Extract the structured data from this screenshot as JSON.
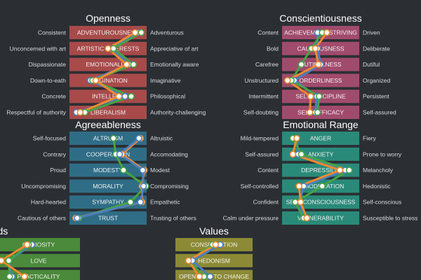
{
  "chart_data": [
    {
      "type": "line",
      "title": "Openness",
      "color": "#a84a4a",
      "traits": [
        {
          "left": "Consistent",
          "box": "ADVENTUROUSNESS",
          "right": "Adventurous"
        },
        {
          "left": "Unconcerned with art",
          "box": "ARTISTIC INTERESTS",
          "right": "Appreciative of art"
        },
        {
          "left": "Dispassionate",
          "box": "EMOTIONALITY",
          "right": "Emotionally aware"
        },
        {
          "left": "Down-to-eath",
          "box": "IMAGINATION",
          "right": "Imaginative"
        },
        {
          "left": "Concrete",
          "box": "INTELLECT",
          "right": "Philosophical"
        },
        {
          "left": "Respectful of authority",
          "box": "LIBERALISM",
          "right": "Authority-challenging"
        }
      ],
      "series": [
        {
          "color": "#4a7fc1",
          "values": [
            0.88,
            0.55,
            0.77,
            0.27,
            0.72,
            0.09
          ]
        },
        {
          "color": "#45a445",
          "values": [
            0.93,
            0.57,
            0.83,
            0.3,
            0.8,
            0.2
          ]
        },
        {
          "color": "#ef8a2e",
          "values": [
            0.85,
            0.5,
            0.74,
            0.34,
            0.64,
            0.14
          ]
        }
      ]
    },
    {
      "type": "line",
      "title": "Conscientiousness",
      "color": "#a14b6c",
      "traits": [
        {
          "left": "Content",
          "box": "ACHIEVEMENT STRIVING",
          "right": "Driven"
        },
        {
          "left": "Bold",
          "box": "CAUTIOUSNESS",
          "right": "Deliberate"
        },
        {
          "left": "Carefree",
          "box": "DUTIFULNESS",
          "right": "Dutiful"
        },
        {
          "left": "Unstructured",
          "box": "ORDERLINESS",
          "right": "Organized"
        },
        {
          "left": "Intermittent",
          "box": "SELF-DISCIPLINE",
          "right": "Persistent"
        },
        {
          "left": "Self-doubting",
          "box": "SELF-EFFICACY",
          "right": "Self-assured"
        }
      ],
      "series": [
        {
          "color": "#4a7fc1",
          "values": [
            0.46,
            0.46,
            0.5,
            0.16,
            0.45,
            0.43
          ]
        },
        {
          "color": "#45a445",
          "values": [
            0.52,
            0.38,
            0.25,
            0.12,
            0.48,
            0.46
          ]
        },
        {
          "color": "#ef8a2e",
          "values": [
            0.58,
            0.43,
            0.47,
            0.07,
            0.37,
            0.36
          ]
        }
      ]
    },
    {
      "type": "line",
      "title": "Agreeableness",
      "color": "#2f6d86",
      "traits": [
        {
          "left": "Self-focused",
          "box": "ALTRUISM",
          "right": "Altruistic"
        },
        {
          "left": "Contrary",
          "box": "COOPERATION",
          "right": "Accomodating"
        },
        {
          "left": "Proud",
          "box": "MODESTY",
          "right": "Modest"
        },
        {
          "left": "Uncompromising",
          "box": "MORALITY",
          "right": "Compromising"
        },
        {
          "left": "Hard-hearted",
          "box": "SYMPATHY",
          "right": "Empathetic"
        },
        {
          "left": "Cautious of others",
          "box": "TRUST",
          "right": "Trusting of others"
        }
      ],
      "series": [
        {
          "color": "#45a445",
          "values": [
            0.57,
            0.6,
            0.7,
            0.99,
            0.79,
            0.12
          ]
        },
        {
          "color": "#ef8a2e",
          "values": [
            0.92,
            0.68,
            0.97,
            0.94,
            0.94,
            0.08
          ]
        },
        {
          "color": "#4a7fc1",
          "values": [
            0.9,
            0.65,
            0.95,
            0.96,
            0.92,
            0.1
          ]
        }
      ]
    },
    {
      "type": "line",
      "title": "Emotional Range",
      "color": "#2a8a79",
      "traits": [
        {
          "left": "Mild-tempered",
          "box": "ANGER",
          "right": "Fiery"
        },
        {
          "left": "Self-assured",
          "box": "ANXIETY",
          "right": "Prone to worry"
        },
        {
          "left": "Content",
          "box": "DEPRESSION",
          "right": "Melancholy"
        },
        {
          "left": "Self-controlled",
          "box": "IMMODERATION",
          "right": "Hedonistic"
        },
        {
          "left": "Confident",
          "box": "SELF-CONSCIOUSNESS",
          "right": "Self-conscious"
        },
        {
          "left": "Calm under pressure",
          "box": "VULNERABILITY",
          "right": "Susceptible to stress"
        }
      ],
      "series": [
        {
          "color": "#4a7fc1",
          "values": [
            0.19,
            0.21,
            0.82,
            0.28,
            0.23,
            0.28
          ]
        },
        {
          "color": "#45a445",
          "values": [
            0.14,
            0.25,
            0.87,
            0.52,
            0.17,
            0.28
          ]
        },
        {
          "color": "#ef8a2e",
          "values": [
            0.19,
            0.14,
            0.75,
            0.22,
            0.24,
            0.32
          ]
        }
      ]
    },
    {
      "type": "line",
      "title": "eds",
      "color": "#4a8a3a",
      "traits": [
        {
          "box": "CURIOSITY"
        },
        {
          "box": "LOVE"
        },
        {
          "box": "PRACTICALITY"
        }
      ],
      "series": [
        {
          "color": "#4a7fc1",
          "values": [
            0.42,
            0.14,
            0.18
          ]
        },
        {
          "color": "#45a445",
          "values": [
            0.38,
            0.14,
            0.15
          ]
        },
        {
          "color": "#ef8a2e",
          "values": [
            0.36,
            0.05,
            0.33
          ]
        }
      ]
    },
    {
      "type": "line",
      "title": "Values",
      "color": "#8c8a34",
      "traits": [
        {
          "box": "CONSERVATION"
        },
        {
          "box": "HEDONISM"
        },
        {
          "box": "OPENNESS TO CHANGE"
        }
      ],
      "series": [
        {
          "color": "#45a445",
          "values": [
            0.48,
            0.18,
            0.37
          ]
        },
        {
          "color": "#4a7fc1",
          "values": [
            0.58,
            0.22,
            0.45
          ]
        },
        {
          "color": "#ef8a2e",
          "values": [
            0.52,
            0.17,
            0.31
          ]
        }
      ]
    }
  ]
}
